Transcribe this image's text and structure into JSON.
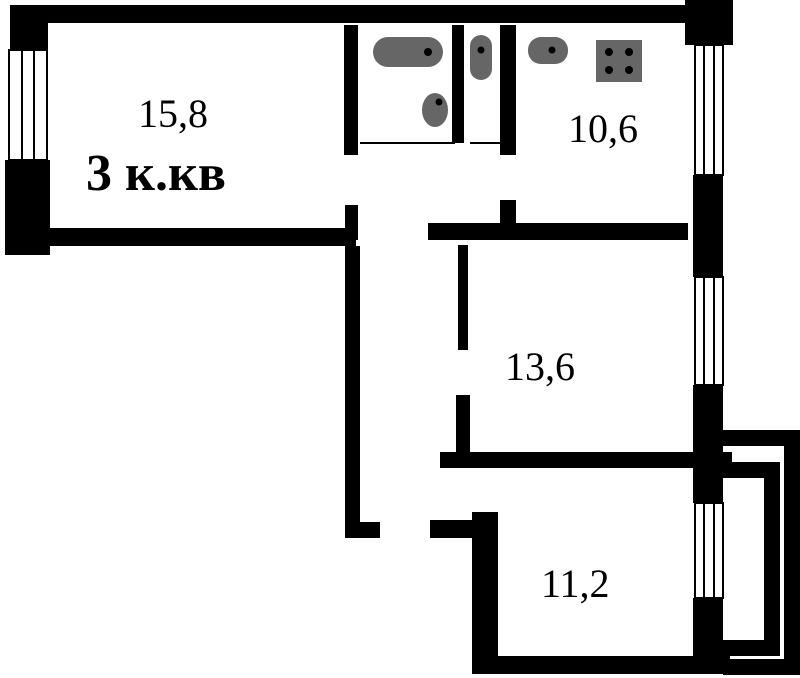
{
  "plan": {
    "title": "3 к.кв",
    "rooms": [
      {
        "id": "room-1",
        "area": "15,8"
      },
      {
        "id": "kitchen",
        "area": "10,6"
      },
      {
        "id": "room-2",
        "area": "13,6"
      },
      {
        "id": "room-3",
        "area": "11,2"
      }
    ],
    "colors": {
      "wall": "#000000",
      "fixture": "#666666",
      "background": "#ffffff"
    }
  }
}
